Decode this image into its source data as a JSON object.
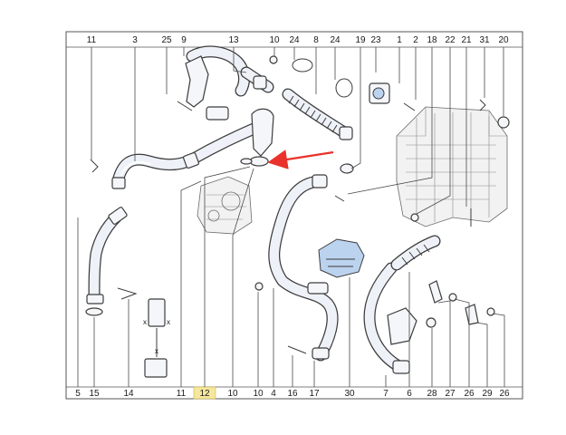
{
  "top_labels": [
    "11",
    "3",
    "25",
    "9",
    "13",
    "10",
    "24",
    "8",
    "24",
    "19",
    "23",
    "1",
    "2",
    "18",
    "22",
    "21",
    "31",
    "20"
  ],
  "bottom_labels": [
    "5",
    "15",
    "14",
    "11",
    "12",
    "10",
    "10",
    "4",
    "16",
    "17",
    "30",
    "7",
    "6",
    "28",
    "27",
    "26",
    "29",
    "26"
  ],
  "highlighted_label": "12",
  "colors": {
    "highlight": "#f5e79e",
    "arrow": "#e8322b",
    "part_fill": "#e9eef6",
    "outline": "#3c3c3c"
  }
}
